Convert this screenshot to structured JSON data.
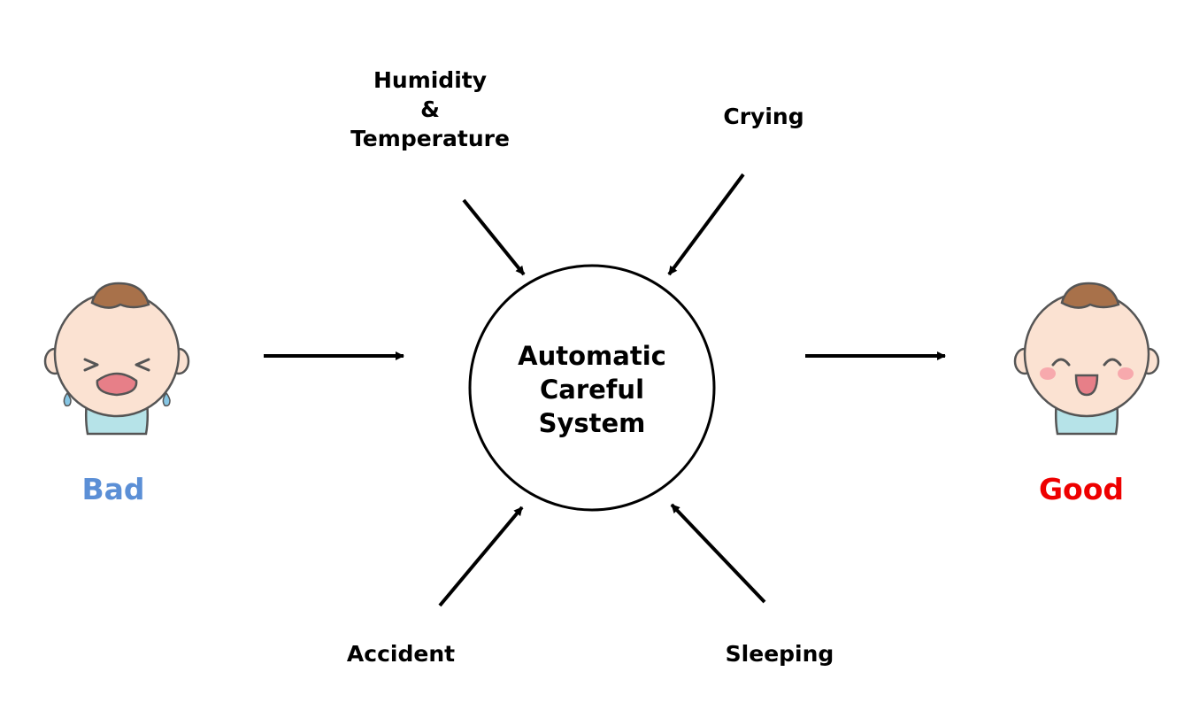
{
  "center": {
    "lines": [
      "Automatic",
      "Careful",
      "System"
    ]
  },
  "factors": {
    "humidity": {
      "lines": [
        "Humidity",
        "&",
        "Temperature"
      ]
    },
    "crying": "Crying",
    "accident": "Accident",
    "sleeping": "Sleeping"
  },
  "states": {
    "bad": {
      "label": "Bad",
      "color": "#5b8fd6"
    },
    "good": {
      "label": "Good",
      "color": "#ee0000"
    }
  },
  "icons": {
    "bad_baby": "crying-baby-icon",
    "good_baby": "smiling-baby-icon"
  },
  "colors": {
    "skin": "#fbe2d2",
    "hair": "#a8714a",
    "shirt": "#b6e3e8",
    "mouth": "#e77f88",
    "tears": "#86c6e4",
    "cheeks": "#f7a9ad",
    "outline": "#555555"
  }
}
